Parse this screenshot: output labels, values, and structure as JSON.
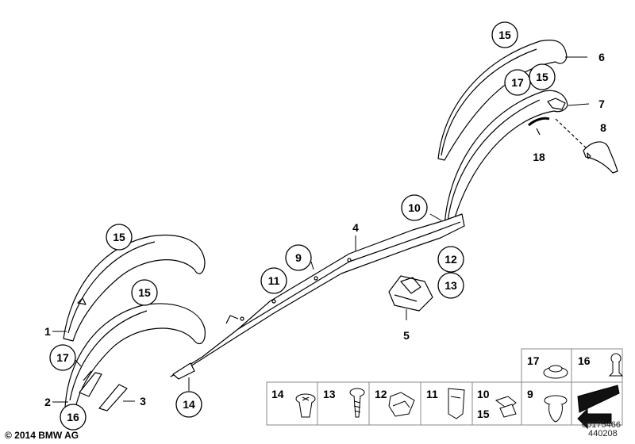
{
  "copyright": "© 2014 BMW AG",
  "doc_number": "00175466",
  "doc_number_2": "440208",
  "callouts": {
    "c1": "1",
    "c2": "2",
    "c3": "3",
    "c4": "4",
    "c5": "5",
    "c6": "6",
    "c7": "7",
    "c8": "8",
    "c9": "9",
    "c10": "10",
    "c11": "11",
    "c12": "12",
    "c13": "13",
    "c14": "14",
    "c15a": "15",
    "c15b": "15",
    "c15c": "15",
    "c15d": "15",
    "c16": "16",
    "c17a": "17",
    "c17b": "17",
    "c18": "18"
  },
  "parts_legend": {
    "p14": "14",
    "p13": "13",
    "p12": "12",
    "p11": "11",
    "p10": "10",
    "p15": "15",
    "p9": "9",
    "p17": "17",
    "p16": "16"
  }
}
